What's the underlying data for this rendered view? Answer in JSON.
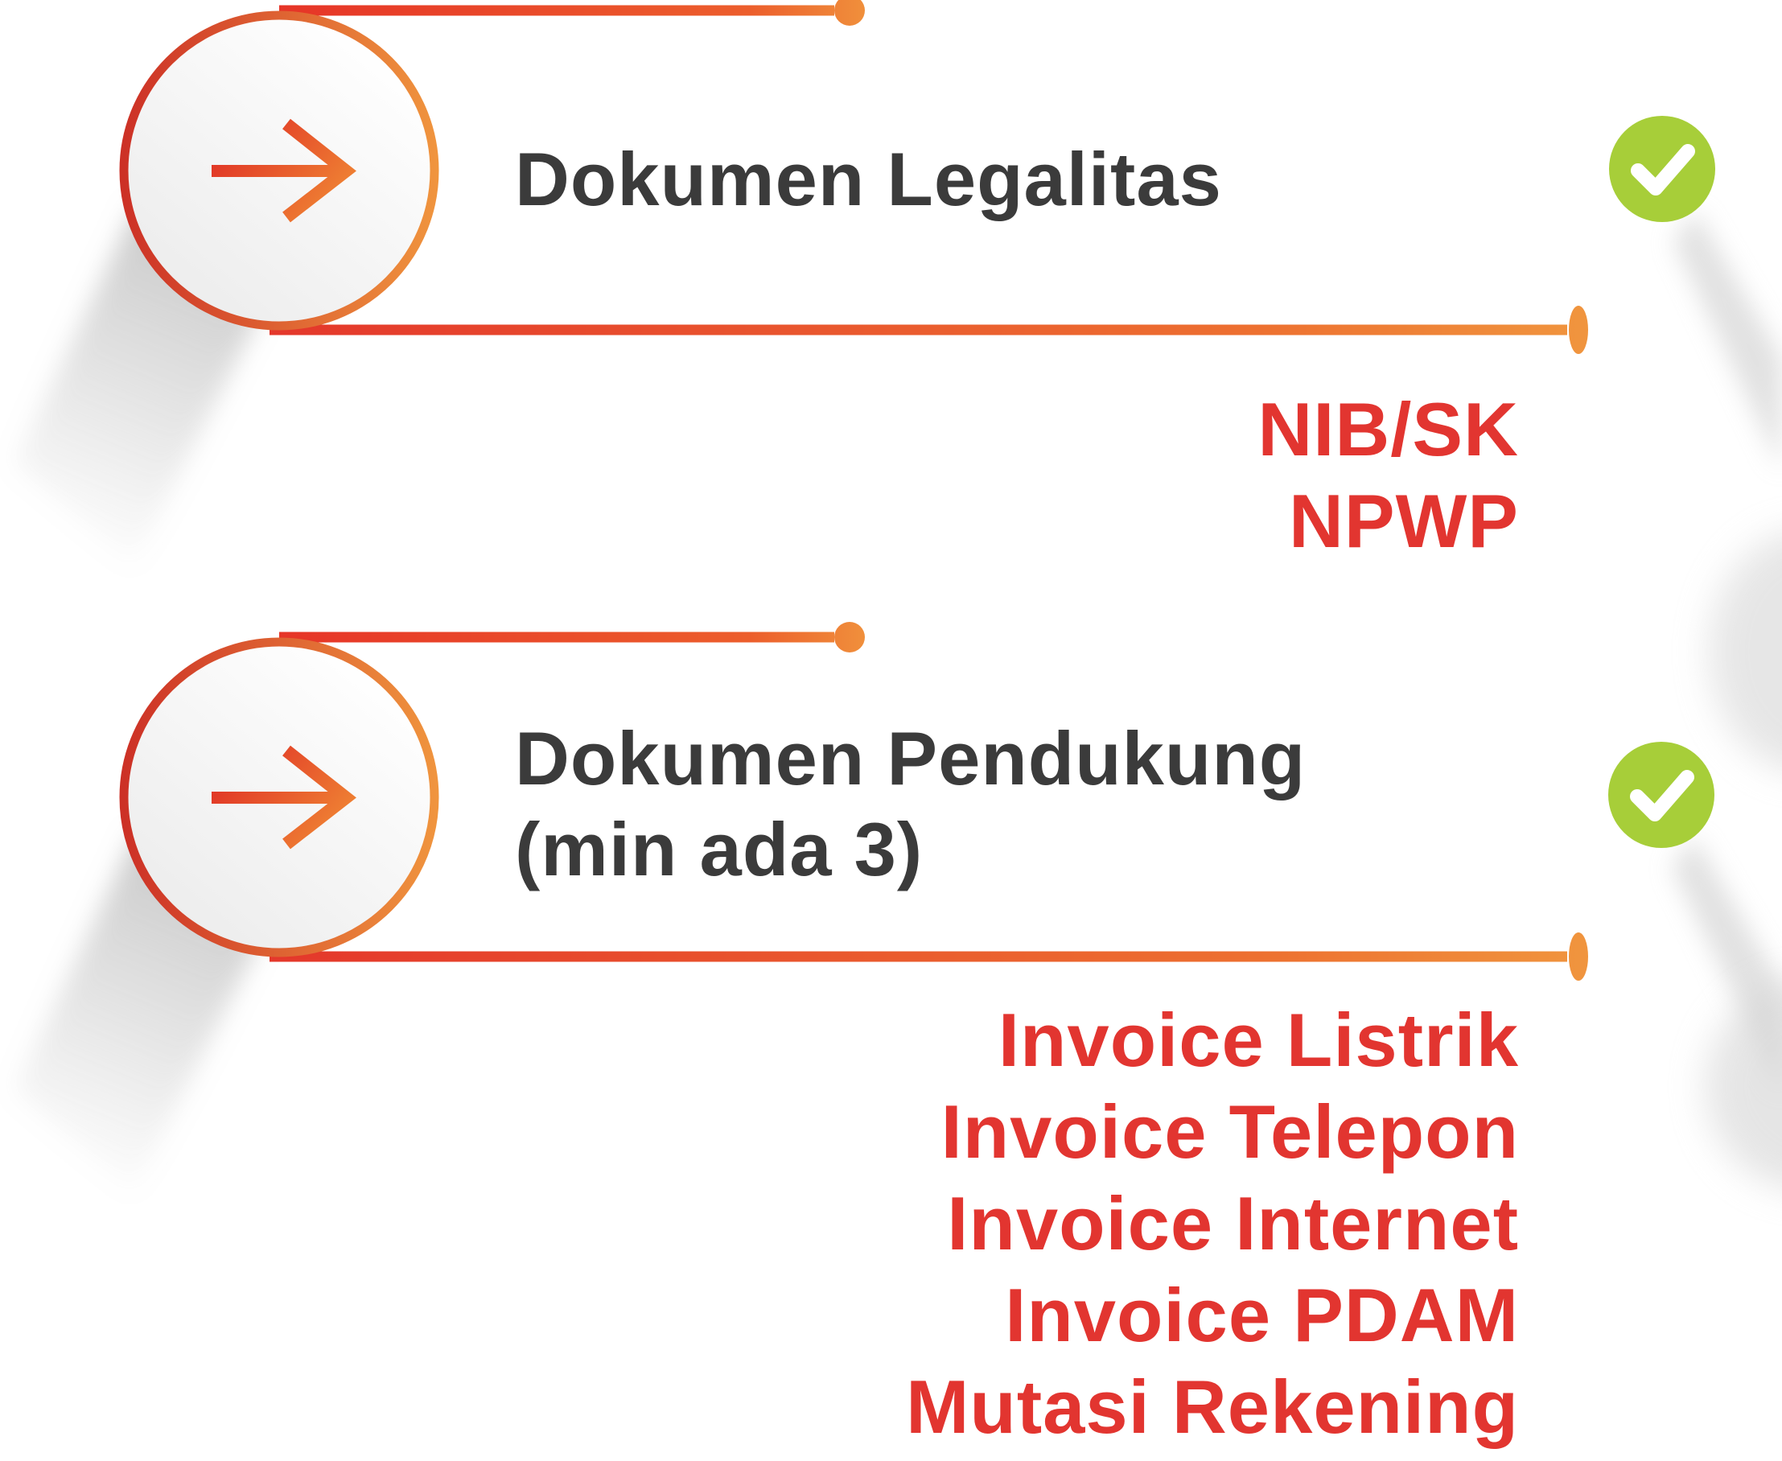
{
  "sections": [
    {
      "title_lines": [
        "Dokumen Legalitas",
        ""
      ],
      "status": "complete",
      "items": [
        "NIB/SK",
        "NPWP"
      ]
    },
    {
      "title_lines": [
        "Dokumen Pendukung",
        "(min ada 3)"
      ],
      "status": "complete",
      "items": [
        "Invoice Listrik",
        "Invoice Telepon",
        "Invoice Internet",
        "Invoice PDAM",
        "Mutasi Rekening"
      ]
    }
  ],
  "colors": {
    "accent_red": "#e63427",
    "accent_orange": "#f0913c",
    "title_text": "#3b3b3b",
    "list_text": "#e23530",
    "check_green": "#a7ce39",
    "check_mark": "#ffffff",
    "shadow_gray": "#9e9e9e"
  }
}
